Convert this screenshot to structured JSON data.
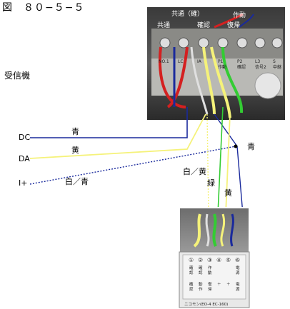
{
  "figure_title": "図　８０−５−５",
  "receiver_label": "受信機",
  "signals": [
    "DC",
    "DA",
    "I+"
  ],
  "wire_labels": {
    "blue_top": "青",
    "yellow_left": "黄",
    "white_blue": "白／青",
    "blue_right": "青",
    "white_yellow": "白／黄",
    "green": "緑",
    "yellow_right": "黄"
  },
  "photo_top": {
    "callouts": [
      "共通",
      "共通（確）",
      "確認",
      "作動",
      "復帰"
    ],
    "terminal_labels": [
      "NO.1",
      "LC",
      "IA",
      "P1",
      "P2",
      "L3",
      "S"
    ],
    "terminal_sublabels": [
      "",
      "",
      "",
      "作動",
      "確認",
      "信号2",
      "中継"
    ]
  },
  "device_panel": {
    "numbers": [
      "①",
      "②",
      "③",
      "④",
      "⑤",
      "⑥"
    ],
    "labels_top": [
      "確認",
      "確認",
      "作動",
      "",
      "",
      "電源"
    ],
    "labels_bottom": [
      "確認",
      "動作",
      "復帰",
      "＋",
      "＋",
      "電源"
    ],
    "model_text": "ニコモン(EO-4 EC-160)"
  },
  "colors": {
    "blue": "#1a2a9c",
    "yellow": "#f5f27a",
    "green": "#33cc33",
    "white": "#d8d8d8",
    "red": "#d42020"
  }
}
